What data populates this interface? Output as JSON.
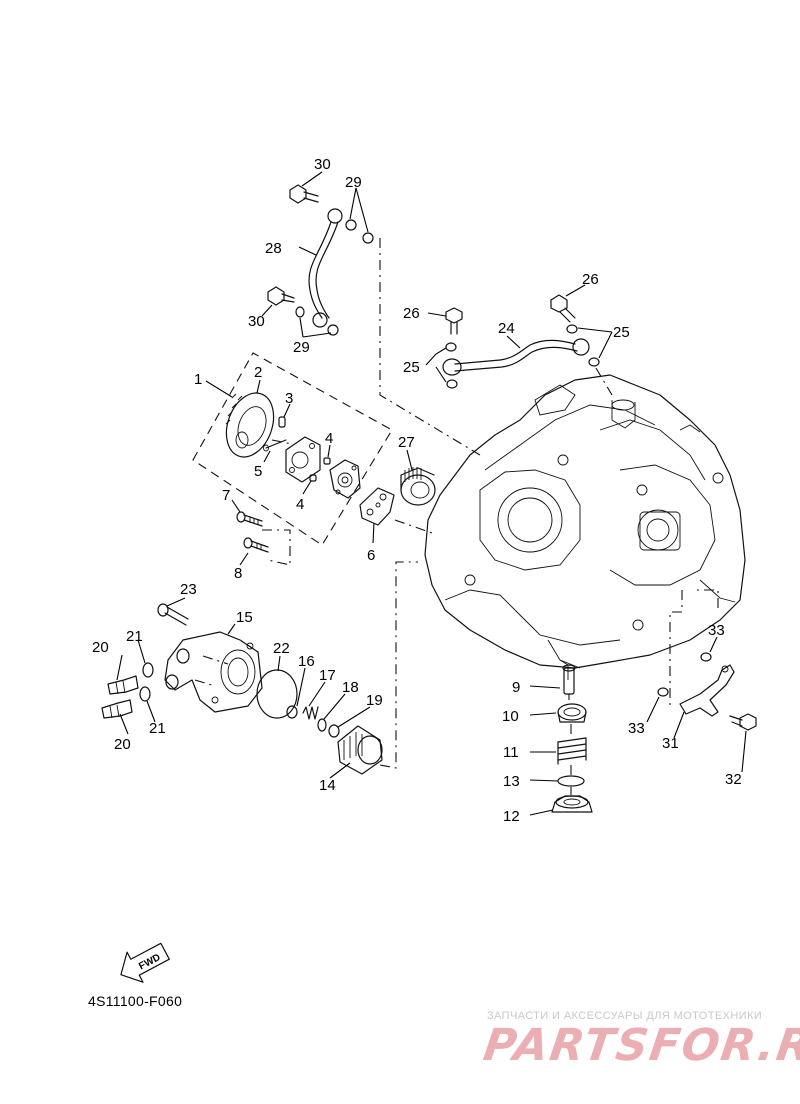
{
  "diagram": {
    "drawing_code": "4S11100-F060",
    "fwd_label": "FWD",
    "callouts": [
      "1",
      "2",
      "3",
      "4",
      "4",
      "5",
      "6",
      "7",
      "8",
      "9",
      "10",
      "11",
      "12",
      "13",
      "14",
      "15",
      "16",
      "17",
      "18",
      "19",
      "20",
      "20",
      "21",
      "21",
      "22",
      "23",
      "24",
      "25",
      "25",
      "26",
      "26",
      "27",
      "28",
      "29",
      "29",
      "30",
      "30",
      "31",
      "32",
      "33",
      "33"
    ]
  },
  "watermark": {
    "tagline": "ЗАПЧАСТИ И АКСЕССУАРЫ ДЛЯ МОТОТЕХНИКИ",
    "logo": "PARTSFOR.RU"
  }
}
